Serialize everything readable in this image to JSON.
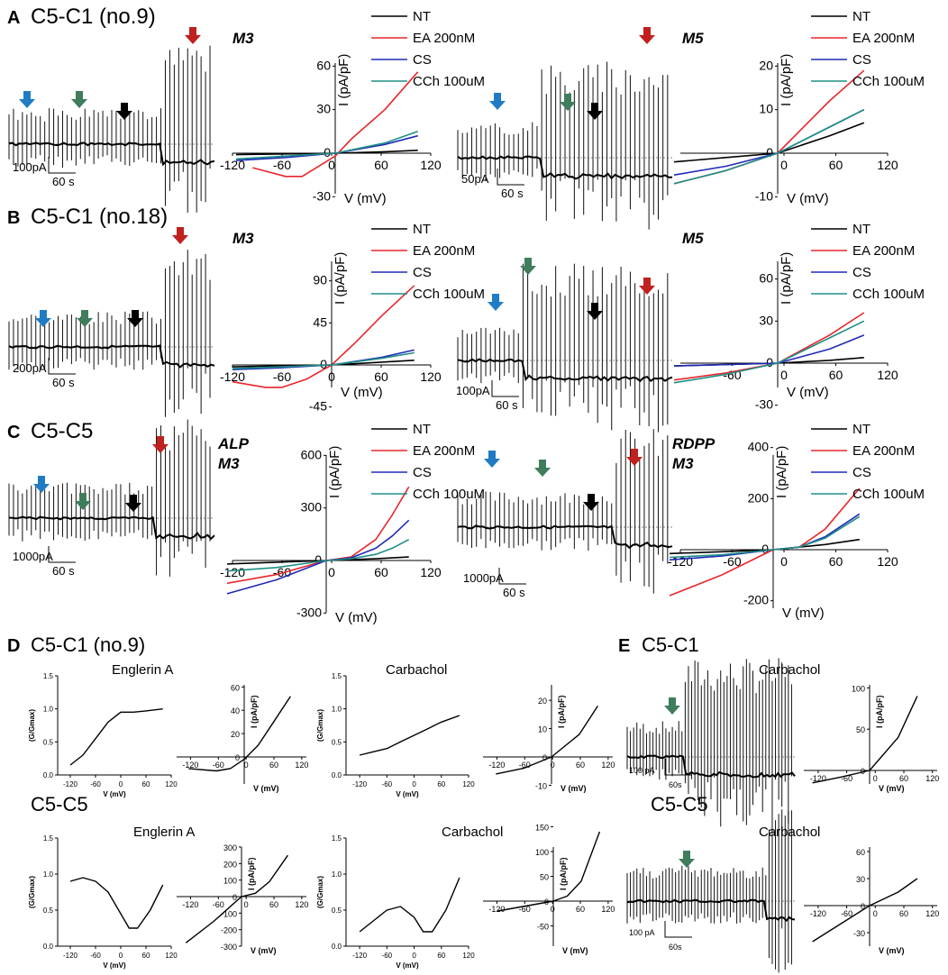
{
  "figure": {
    "panels": [
      {
        "letter": "A",
        "title": "C5-C1 (no.9)"
      },
      {
        "letter": "B",
        "title": "C5-C1 (no.18)"
      },
      {
        "letter": "C",
        "title": "C5-C5"
      },
      {
        "letter": "D",
        "title": "C5-C1 (no.9)",
        "subtitle": "C5-C5"
      },
      {
        "letter": "E",
        "title": "C5-C1",
        "subtitle": "C5-C5"
      }
    ],
    "trace_scales": [
      {
        "amp": "100pA",
        "time": "60 s"
      },
      {
        "amp": "50pA",
        "time": "60 s"
      },
      {
        "amp": "200pA",
        "time": "60 s"
      },
      {
        "amp": "100pA",
        "time": "60 s"
      },
      {
        "amp": "1000pA",
        "time": "60 s"
      },
      {
        "amp": "1000pA",
        "time": "60 s"
      },
      {
        "amp": "100 pA",
        "time": "60s"
      },
      {
        "amp": "100 pA",
        "time": "60s"
      }
    ],
    "colors": {
      "NT": "#000000",
      "EA 200nM": "#e8262b",
      "CS": "#1f2ab8",
      "CCh 100uM": "#1f8f86",
      "blue_arrow": "#1f7cc4",
      "green_arrow": "#3f7d5c",
      "black_arrow": "#000000",
      "red_arrow": "#c0201e"
    }
  },
  "chart_data": [
    {
      "id": "A-M3",
      "type": "line",
      "title": "M3",
      "xlabel": "V (mV)",
      "ylabel": "I (pA/pF)",
      "xlim": [
        -120,
        120
      ],
      "ylim": [
        -30,
        60
      ],
      "xticks": [
        "-120",
        "-60",
        "0",
        "60",
        "120"
      ],
      "yticks": [
        "-30",
        "0",
        "30",
        "60"
      ],
      "series": [
        {
          "name": "NT",
          "x": [
            -120,
            -60,
            0,
            60,
            100
          ],
          "y": [
            -1,
            -0.5,
            0,
            1,
            2
          ]
        },
        {
          "name": "EA 200nM",
          "x": [
            -100,
            -60,
            -40,
            0,
            20,
            60,
            100
          ],
          "y": [
            -10,
            -16,
            -16,
            -2,
            10,
            30,
            56
          ]
        },
        {
          "name": "CS",
          "x": [
            -120,
            -60,
            0,
            60,
            100
          ],
          "y": [
            -5,
            -3,
            0,
            6,
            12
          ]
        },
        {
          "name": "CCh 100uM",
          "x": [
            -120,
            -60,
            0,
            60,
            100
          ],
          "y": [
            -4,
            -2,
            0,
            7,
            15
          ]
        }
      ]
    },
    {
      "id": "A-M5",
      "type": "line",
      "title": "M5",
      "xlabel": "V (mV)",
      "ylabel": "I (pA/pF)",
      "xlim": [
        -120,
        120
      ],
      "ylim": [
        -10,
        20
      ],
      "xticks": [
        "0",
        "60",
        "120"
      ],
      "yticks": [
        "-10",
        "0",
        "10",
        "20"
      ],
      "series": [
        {
          "name": "NT",
          "x": [
            -120,
            -60,
            0,
            60,
            100
          ],
          "y": [
            -2,
            -1,
            0,
            4,
            7
          ]
        },
        {
          "name": "EA 200nM",
          "x": [
            -120,
            -60,
            0,
            60,
            100
          ],
          "y": [
            -7,
            -4,
            0,
            12,
            19
          ]
        },
        {
          "name": "CS",
          "x": [
            -120,
            -60,
            0,
            60,
            100
          ],
          "y": [
            -5,
            -3,
            0,
            6,
            10
          ]
        },
        {
          "name": "CCh 100uM",
          "x": [
            -120,
            -60,
            0,
            60,
            100
          ],
          "y": [
            -7,
            -4,
            0,
            6,
            10
          ]
        }
      ]
    },
    {
      "id": "B-M3",
      "type": "line",
      "title": "M3",
      "xlabel": "V (mV)",
      "ylabel": "I (pA/pF)",
      "xlim": [
        -120,
        120
      ],
      "ylim": [
        -45,
        90
      ],
      "xticks": [
        "-120",
        "-60",
        "0",
        "60",
        "120"
      ],
      "yticks": [
        "-45",
        "0",
        "45",
        "90"
      ],
      "series": [
        {
          "name": "NT",
          "x": [
            -120,
            -60,
            0,
            60,
            100
          ],
          "y": [
            -2,
            -1,
            0,
            3,
            5
          ]
        },
        {
          "name": "EA 200nM",
          "x": [
            -120,
            -80,
            -60,
            -30,
            0,
            30,
            60,
            100
          ],
          "y": [
            -18,
            -24,
            -24,
            -15,
            0,
            25,
            52,
            85
          ]
        },
        {
          "name": "CS",
          "x": [
            -120,
            -60,
            0,
            60,
            100
          ],
          "y": [
            -5,
            -3,
            0,
            8,
            16
          ]
        },
        {
          "name": "CCh 100uM",
          "x": [
            -120,
            -60,
            0,
            60,
            100
          ],
          "y": [
            -4,
            -2,
            0,
            7,
            13
          ]
        }
      ]
    },
    {
      "id": "B-M5",
      "type": "line",
      "title": "M5",
      "xlabel": "V (mV)",
      "ylabel": "I (pA/pF)",
      "xlim": [
        -120,
        120
      ],
      "ylim": [
        -30,
        60
      ],
      "xticks": [
        "-60",
        "0",
        "60",
        "120"
      ],
      "yticks": [
        "-30",
        "0",
        "30",
        "60"
      ],
      "series": [
        {
          "name": "NT",
          "x": [
            -120,
            -60,
            0,
            60,
            100
          ],
          "y": [
            -2,
            -1,
            0,
            2,
            4
          ]
        },
        {
          "name": "EA 200nM",
          "x": [
            -120,
            -60,
            0,
            60,
            100
          ],
          "y": [
            -12,
            -7,
            0,
            20,
            36
          ]
        },
        {
          "name": "CS",
          "x": [
            -120,
            -60,
            0,
            60,
            100
          ],
          "y": [
            -2,
            -1,
            0,
            10,
            20
          ]
        },
        {
          "name": "CCh 100uM",
          "x": [
            -120,
            -60,
            0,
            60,
            100
          ],
          "y": [
            -14,
            -8,
            0,
            18,
            30
          ]
        }
      ]
    },
    {
      "id": "C-ALP-M3",
      "type": "line",
      "title": "ALP M3",
      "xlabel": "V (mV)",
      "ylabel": "I (pA/pF)",
      "xlim": [
        -120,
        120
      ],
      "ylim": [
        -300,
        600
      ],
      "xticks": [
        "-120",
        "-60",
        "0",
        "60",
        "120"
      ],
      "yticks": [
        "-300",
        "0",
        "300",
        "600"
      ],
      "series": [
        {
          "name": "NT",
          "x": [
            -120,
            -60,
            0,
            60,
            100
          ],
          "y": [
            -20,
            -10,
            0,
            10,
            20
          ]
        },
        {
          "name": "EA 200nM",
          "x": [
            -120,
            -60,
            0,
            30,
            60,
            80,
            100
          ],
          "y": [
            -130,
            -80,
            0,
            20,
            120,
            260,
            420
          ]
        },
        {
          "name": "CS",
          "x": [
            -120,
            -60,
            0,
            30,
            60,
            80,
            100
          ],
          "y": [
            -190,
            -110,
            0,
            15,
            70,
            140,
            230
          ]
        },
        {
          "name": "CCh 100uM",
          "x": [
            -120,
            -60,
            0,
            30,
            60,
            80,
            100
          ],
          "y": [
            -60,
            -40,
            0,
            10,
            35,
            70,
            120
          ]
        }
      ]
    },
    {
      "id": "C-RDPP-M3",
      "type": "line",
      "title": "RDPP M3",
      "xlabel": "V (mV)",
      "ylabel": "I (pA/pF)",
      "xlim": [
        -120,
        120
      ],
      "ylim": [
        -200,
        400
      ],
      "xticks": [
        "-120",
        "-60",
        "0",
        "60",
        "120"
      ],
      "yticks": [
        "-200",
        "0",
        "200",
        "400"
      ],
      "series": [
        {
          "name": "NT",
          "x": [
            -120,
            -60,
            0,
            60,
            100
          ],
          "y": [
            -15,
            -8,
            0,
            20,
            40
          ]
        },
        {
          "name": "EA 200nM",
          "x": [
            -120,
            -60,
            0,
            30,
            60,
            100
          ],
          "y": [
            -180,
            -100,
            0,
            10,
            80,
            240
          ]
        },
        {
          "name": "CS",
          "x": [
            -120,
            -60,
            0,
            30,
            60,
            100
          ],
          "y": [
            -40,
            -25,
            0,
            10,
            50,
            140
          ]
        },
        {
          "name": "CCh 100uM",
          "x": [
            -120,
            -60,
            0,
            30,
            60,
            100
          ],
          "y": [
            -30,
            -20,
            0,
            10,
            45,
            130
          ]
        }
      ]
    },
    {
      "id": "D-C1-EA-GV",
      "type": "line",
      "title": "Englerin A",
      "xlabel": "V (mV)",
      "ylabel": "(G/Gmax)",
      "xlim": [
        -150,
        120
      ],
      "ylim": [
        0,
        1.5
      ],
      "xticks": [
        "-120",
        "-60",
        "0",
        "60",
        "120"
      ],
      "yticks": [
        "0.0",
        "0.5",
        "1.0",
        "1.5"
      ],
      "series": [
        {
          "x": [
            -120,
            -90,
            -60,
            -30,
            0,
            30,
            60,
            100
          ],
          "y": [
            0.15,
            0.3,
            0.55,
            0.8,
            0.95,
            0.95,
            0.97,
            1.0
          ]
        }
      ]
    },
    {
      "id": "D-C1-EA-IV",
      "type": "line",
      "xlabel": "V (mV)",
      "ylabel": "I (pA/pF)",
      "xlim": [
        -150,
        130
      ],
      "ylim": [
        -20,
        65
      ],
      "xticks": [
        "-120",
        "-60",
        "0",
        "60",
        "120"
      ],
      "yticks": [
        "0",
        "20",
        "40",
        "60"
      ],
      "series": [
        {
          "x": [
            -120,
            -60,
            -30,
            0,
            30,
            60,
            100
          ],
          "y": [
            -10,
            -12,
            -10,
            -2,
            10,
            28,
            52
          ]
        }
      ]
    },
    {
      "id": "D-C1-CCh-GV",
      "type": "line",
      "title": "Carbachol",
      "xlabel": "V (mV)",
      "ylabel": "(G/Gmax)",
      "xlim": [
        -150,
        120
      ],
      "ylim": [
        0,
        1.5
      ],
      "xticks": [
        "-120",
        "-60",
        "0",
        "60",
        "120"
      ],
      "yticks": [
        "0.0",
        "0.5",
        "1.0",
        "1.5"
      ],
      "series": [
        {
          "x": [
            -120,
            -90,
            -60,
            -30,
            0,
            30,
            60,
            100
          ],
          "y": [
            0.3,
            0.35,
            0.4,
            0.5,
            0.6,
            0.7,
            0.8,
            0.9
          ]
        }
      ]
    },
    {
      "id": "D-C1-CCh-IV",
      "type": "line",
      "xlabel": "V (mV)",
      "ylabel": "I (pA/pF)",
      "xlim": [
        -150,
        130
      ],
      "ylim": [
        -10,
        25
      ],
      "xticks": [
        "-120",
        "-60",
        "0",
        "60",
        "120"
      ],
      "yticks": [
        "-10",
        "0",
        "10",
        "20"
      ],
      "series": [
        {
          "x": [
            -120,
            -60,
            0,
            60,
            100
          ],
          "y": [
            -6,
            -4,
            0,
            8,
            18
          ]
        }
      ]
    },
    {
      "id": "D-C5-EA-GV",
      "type": "line",
      "title": "Englerin A",
      "xlabel": "V (mV)",
      "ylabel": "(G/Gmax)",
      "xlim": [
        -150,
        120
      ],
      "ylim": [
        0,
        1.5
      ],
      "xticks": [
        "-120",
        "-60",
        "0",
        "60",
        "120"
      ],
      "yticks": [
        "0.0",
        "0.5",
        "1.0",
        "1.5"
      ],
      "series": [
        {
          "x": [
            -120,
            -90,
            -60,
            -30,
            0,
            20,
            40,
            70,
            100
          ],
          "y": [
            0.9,
            0.95,
            0.9,
            0.75,
            0.45,
            0.25,
            0.25,
            0.5,
            0.85
          ]
        }
      ]
    },
    {
      "id": "D-C5-EA-IV",
      "type": "line",
      "xlabel": "V (mV)",
      "ylabel": "I (pA/pF)",
      "xlim": [
        -150,
        130
      ],
      "ylim": [
        -300,
        300
      ],
      "xticks": [
        "-120",
        "-60",
        "0",
        "60",
        "120"
      ],
      "yticks": [
        "-300",
        "-200",
        "-100",
        "0",
        "100",
        "200",
        "300"
      ],
      "series": [
        {
          "x": [
            -120,
            -60,
            0,
            30,
            60,
            100
          ],
          "y": [
            -280,
            -150,
            0,
            20,
            90,
            250
          ]
        }
      ]
    },
    {
      "id": "D-C5-CCh-GV",
      "type": "line",
      "title": "Carbachol",
      "xlabel": "V (mV)",
      "ylabel": "(G/Gmax)",
      "xlim": [
        -150,
        120
      ],
      "ylim": [
        0,
        1.5
      ],
      "xticks": [
        "-120",
        "-60",
        "0",
        "60",
        "120"
      ],
      "yticks": [
        "0.0",
        "0.5",
        "1.0",
        "1.5"
      ],
      "series": [
        {
          "x": [
            -120,
            -90,
            -60,
            -30,
            0,
            20,
            40,
            70,
            100
          ],
          "y": [
            0.2,
            0.35,
            0.5,
            0.55,
            0.4,
            0.2,
            0.2,
            0.5,
            0.95
          ]
        }
      ]
    },
    {
      "id": "D-C5-CCh-IV",
      "type": "line",
      "xlabel": "V (mV)",
      "ylabel": "I (pA/pF)",
      "xlim": [
        -150,
        130
      ],
      "ylim": [
        -50,
        150
      ],
      "xticks": [
        "-120",
        "-60",
        "0",
        "60",
        "120"
      ],
      "yticks": [
        "-50",
        "0",
        "50",
        "100",
        "150"
      ],
      "series": [
        {
          "x": [
            -120,
            -60,
            0,
            30,
            60,
            100
          ],
          "y": [
            -20,
            -10,
            0,
            10,
            40,
            140
          ]
        }
      ]
    },
    {
      "id": "E-C1-CCh-IV",
      "type": "line",
      "title": "Carbachol",
      "xlabel": "V (mV)",
      "ylabel": "I (pA/pF)",
      "xlim": [
        -150,
        130
      ],
      "ylim": [
        -20,
        100
      ],
      "xticks": [
        "-120",
        "-60",
        "0",
        "60",
        "120"
      ],
      "yticks": [
        "0",
        "50",
        "100"
      ],
      "series": [
        {
          "x": [
            -120,
            -60,
            0,
            60,
            100
          ],
          "y": [
            -15,
            -8,
            0,
            40,
            90
          ]
        }
      ]
    },
    {
      "id": "E-C5-CCh-IV",
      "type": "line",
      "title": "Carbachol",
      "xlabel": "V (mV)",
      "ylabel": "",
      "xlim": [
        -150,
        130
      ],
      "ylim": [
        -45,
        65
      ],
      "xticks": [
        "-120",
        "-60",
        "0",
        "60",
        "120"
      ],
      "yticks": [
        "-30",
        "0",
        "30",
        "60"
      ],
      "series": [
        {
          "x": [
            -120,
            -60,
            0,
            60,
            100
          ],
          "y": [
            -40,
            -20,
            0,
            15,
            30
          ]
        }
      ]
    }
  ]
}
